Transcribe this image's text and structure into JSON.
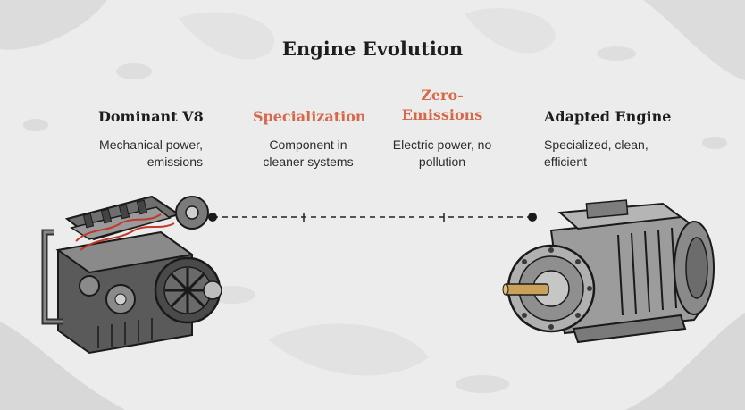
{
  "title": "Engine Evolution",
  "stages": [
    {
      "heading": "Dominant V8",
      "desc_line1": "Mechanical power,",
      "desc_line2": "emissions",
      "accent": false
    },
    {
      "heading": "Specialization",
      "desc_line1": "Component in",
      "desc_line2": "cleaner systems",
      "accent": true
    },
    {
      "heading_line1": "Zero-",
      "heading_line2": "Emissions",
      "desc_line1": "Electric power, no",
      "desc_line2": "pollution",
      "accent": true
    },
    {
      "heading": "Adapted Engine",
      "desc_line1": "Specialized, clean,",
      "desc_line2": "efficient",
      "accent": false
    }
  ],
  "colors": {
    "accent": "#d8684a",
    "text": "#1d1d1d",
    "background": "#ececec"
  },
  "icons": {
    "left_image": "v8-engine-illustration",
    "right_image": "electric-motor-illustration"
  }
}
